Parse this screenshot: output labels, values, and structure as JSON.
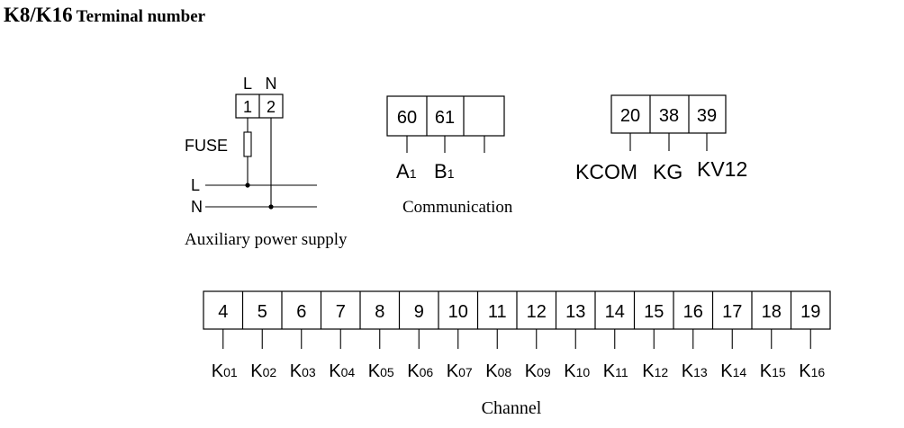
{
  "title": {
    "model": "K8/K16",
    "text": "Terminal number"
  },
  "power": {
    "col_labels": [
      "L",
      "N"
    ],
    "terminals": [
      "1",
      "2"
    ],
    "fuse_label": "FUSE",
    "line_labels": [
      "L",
      "N"
    ],
    "caption": "Auxiliary power supply"
  },
  "communication": {
    "terminals": [
      "60",
      "61",
      ""
    ],
    "labels": [
      {
        "main": "A",
        "sub": "1"
      },
      {
        "main": "B",
        "sub": "1"
      }
    ],
    "caption": "Communication"
  },
  "control": {
    "terminals": [
      "20",
      "38",
      "39"
    ],
    "labels": [
      "KCOM",
      "KG",
      "KV12"
    ]
  },
  "channel": {
    "terminals": [
      "4",
      "5",
      "6",
      "7",
      "8",
      "9",
      "10",
      "11",
      "12",
      "13",
      "14",
      "15",
      "16",
      "17",
      "18",
      "19"
    ],
    "labels": [
      {
        "main": "K",
        "sub": "01"
      },
      {
        "main": "K",
        "sub": "02"
      },
      {
        "main": "K",
        "sub": "03"
      },
      {
        "main": "K",
        "sub": "04"
      },
      {
        "main": "K",
        "sub": "05"
      },
      {
        "main": "K",
        "sub": "06"
      },
      {
        "main": "K",
        "sub": "07"
      },
      {
        "main": "K",
        "sub": "08"
      },
      {
        "main": "K",
        "sub": "09"
      },
      {
        "main": "K",
        "sub": "10"
      },
      {
        "main": "K",
        "sub": "11"
      },
      {
        "main": "K",
        "sub": "12"
      },
      {
        "main": "K",
        "sub": "13"
      },
      {
        "main": "K",
        "sub": "14"
      },
      {
        "main": "K",
        "sub": "15"
      },
      {
        "main": "K",
        "sub": "16"
      }
    ],
    "caption": "Channel"
  }
}
